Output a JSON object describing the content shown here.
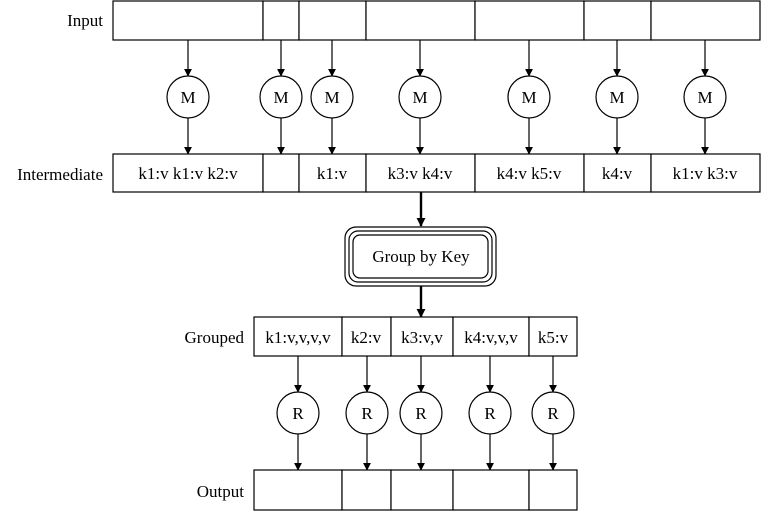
{
  "rows": {
    "input": {
      "label": "Input",
      "cells": [
        "",
        "",
        "",
        "",
        "",
        "",
        ""
      ]
    },
    "intermediate": {
      "label": "Intermediate",
      "cells": [
        "k1:v k1:v k2:v",
        "",
        "k1:v",
        "k3:v k4:v",
        "k4:v k5:v",
        "k4:v",
        "k1:v k3:v"
      ]
    },
    "grouped": {
      "label": "Grouped",
      "cells": [
        "k1:v,v,v,v",
        "k2:v",
        "k3:v,v",
        "k4:v,v,v",
        "k5:v"
      ]
    },
    "output": {
      "label": "Output",
      "cells": [
        "",
        "",
        "",
        "",
        ""
      ]
    }
  },
  "map_nodes": [
    "M",
    "M",
    "M",
    "M",
    "M",
    "M",
    "M"
  ],
  "reduce_nodes": [
    "R",
    "R",
    "R",
    "R",
    "R"
  ],
  "group_step": {
    "label": "Group by Key"
  }
}
